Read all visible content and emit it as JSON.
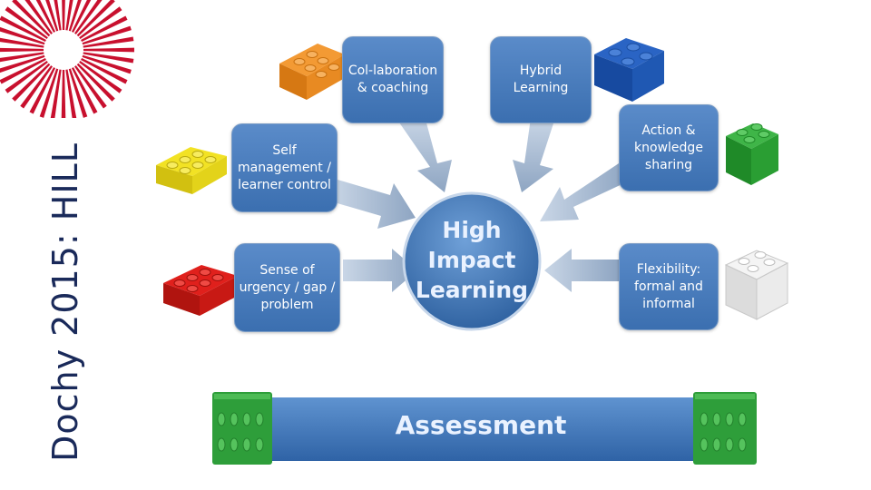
{
  "side_title": "Dochy 2015: HILL",
  "hub": {
    "line1": "High",
    "line2": "Impact",
    "line3": "Learning"
  },
  "boxes": {
    "collaboration": "Col-laboration & coaching",
    "hybrid": "Hybrid Learning",
    "self_management": "Self management / learner control",
    "action": "Action & knowledge sharing",
    "urgency": "Sense of urgency / gap / problem",
    "flexibility": "Flexibility: formal and informal"
  },
  "assessment": "Assessment",
  "colors": {
    "box_blue": "#3b6fb0",
    "logo_red": "#c8102e",
    "lego_green": "#2e9e3a"
  }
}
